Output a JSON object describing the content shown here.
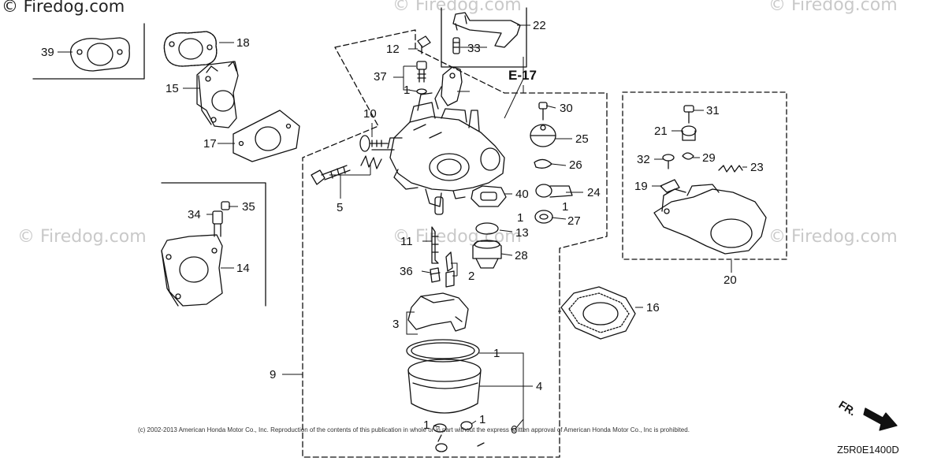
{
  "watermarks": {
    "main": "© Firedog.com",
    "faint": "© Firedog.com"
  },
  "reference": "E-17",
  "copyright": "(c) 2002-2013 American Honda Motor Co., Inc. Reproduction of the contents of this publication in whole or in part without the express written approval of American Honda Motor Co., Inc is prohibited.",
  "diagram_code": "Z5R0E1400D",
  "front_label": "FR.",
  "callouts": {
    "c1a": "1",
    "c1b": "1",
    "c1c": "1",
    "c1d": "1",
    "c1e": "1",
    "c1f": "1",
    "c1g": "1",
    "c2": "2",
    "c3": "3",
    "c4": "4",
    "c5": "5",
    "c6": "6",
    "c9": "9",
    "c10": "10",
    "c11": "11",
    "c12": "12",
    "c13": "13",
    "c14": "14",
    "c15": "15",
    "c16": "16",
    "c17": "17",
    "c18": "18",
    "c19": "19",
    "c20": "20",
    "c21": "21",
    "c22": "22",
    "c23": "23",
    "c24": "24",
    "c25": "25",
    "c26": "26",
    "c27": "27",
    "c28": "28",
    "c29": "29",
    "c30": "30",
    "c31": "31",
    "c32": "32",
    "c33": "33",
    "c34": "34",
    "c35": "35",
    "c36": "36",
    "c37": "37",
    "c39": "39",
    "c40": "40"
  }
}
